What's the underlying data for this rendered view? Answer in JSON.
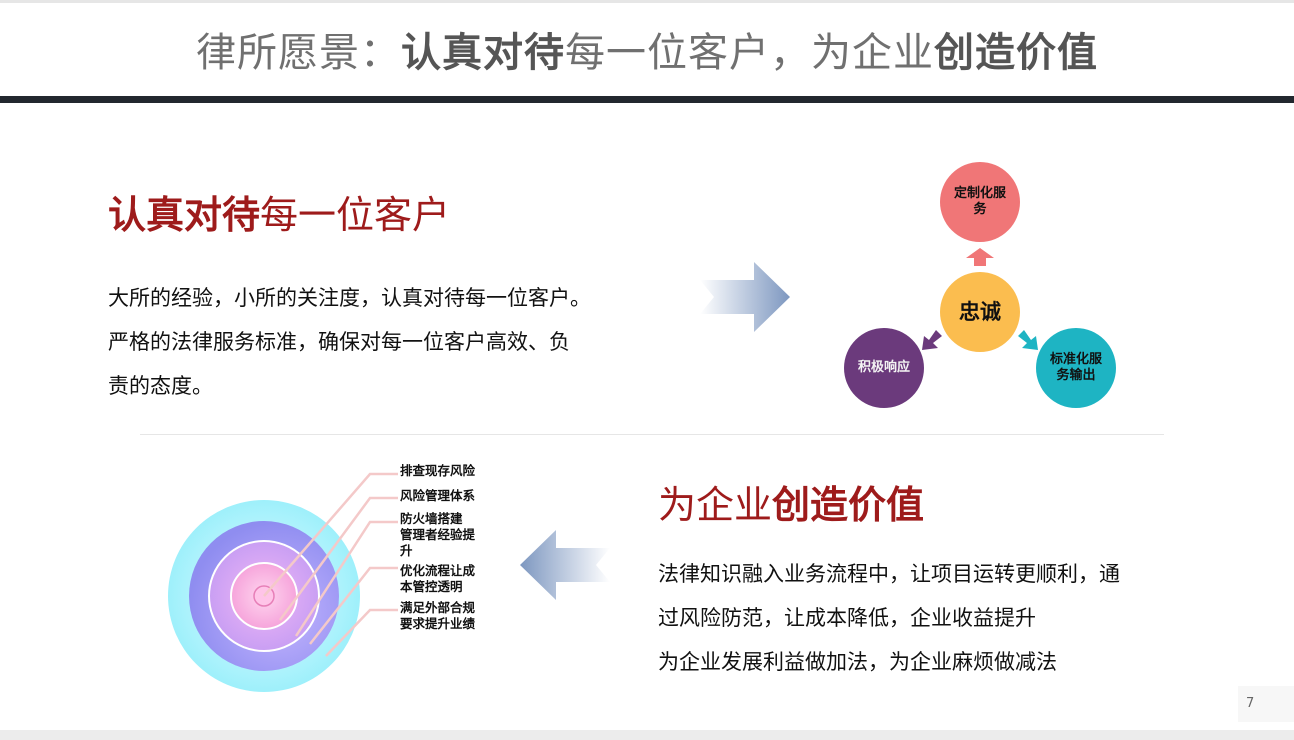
{
  "title": {
    "part1": "律所愿景：",
    "part2": "认真对待",
    "part3": "每一位客户，为企业",
    "part4": "创造价值"
  },
  "section1": {
    "heading_bold": "认真对待",
    "heading_rest": "每一位客户",
    "lines": [
      "大所的经验，小所的关注度，认真对待每一位客户。",
      "严格的法律服务标准，确保对每一位客户高效、负",
      "责的态度。"
    ]
  },
  "cycle": {
    "center": "忠诚",
    "top": "定制化服务",
    "left": "积极响应",
    "right": "标准化服务输出"
  },
  "section2": {
    "heading_rest": "为企业",
    "heading_bold": "创造价值",
    "lines": [
      "法律知识融入业务流程中，让项目运转更顺利，通",
      "过风险防范，让成本降低，企业收益提升",
      "为企业发展利益做加法，为企业麻烦做减法"
    ]
  },
  "target_labels": [
    "排查现存风险",
    "风险管理体系",
    "防火墙搭建",
    "管理者经验提",
    "升",
    "优化流程让成",
    "本管控透明",
    "满足外部合规",
    "要求提升业绩"
  ],
  "page_number": "7",
  "colors": {
    "accent_red": "#9e1b1b",
    "title_rule": "#22272e",
    "pink": "#f07677",
    "gold": "#fbbd4f",
    "purple": "#6b3a7c",
    "teal": "#1eb4c3"
  }
}
